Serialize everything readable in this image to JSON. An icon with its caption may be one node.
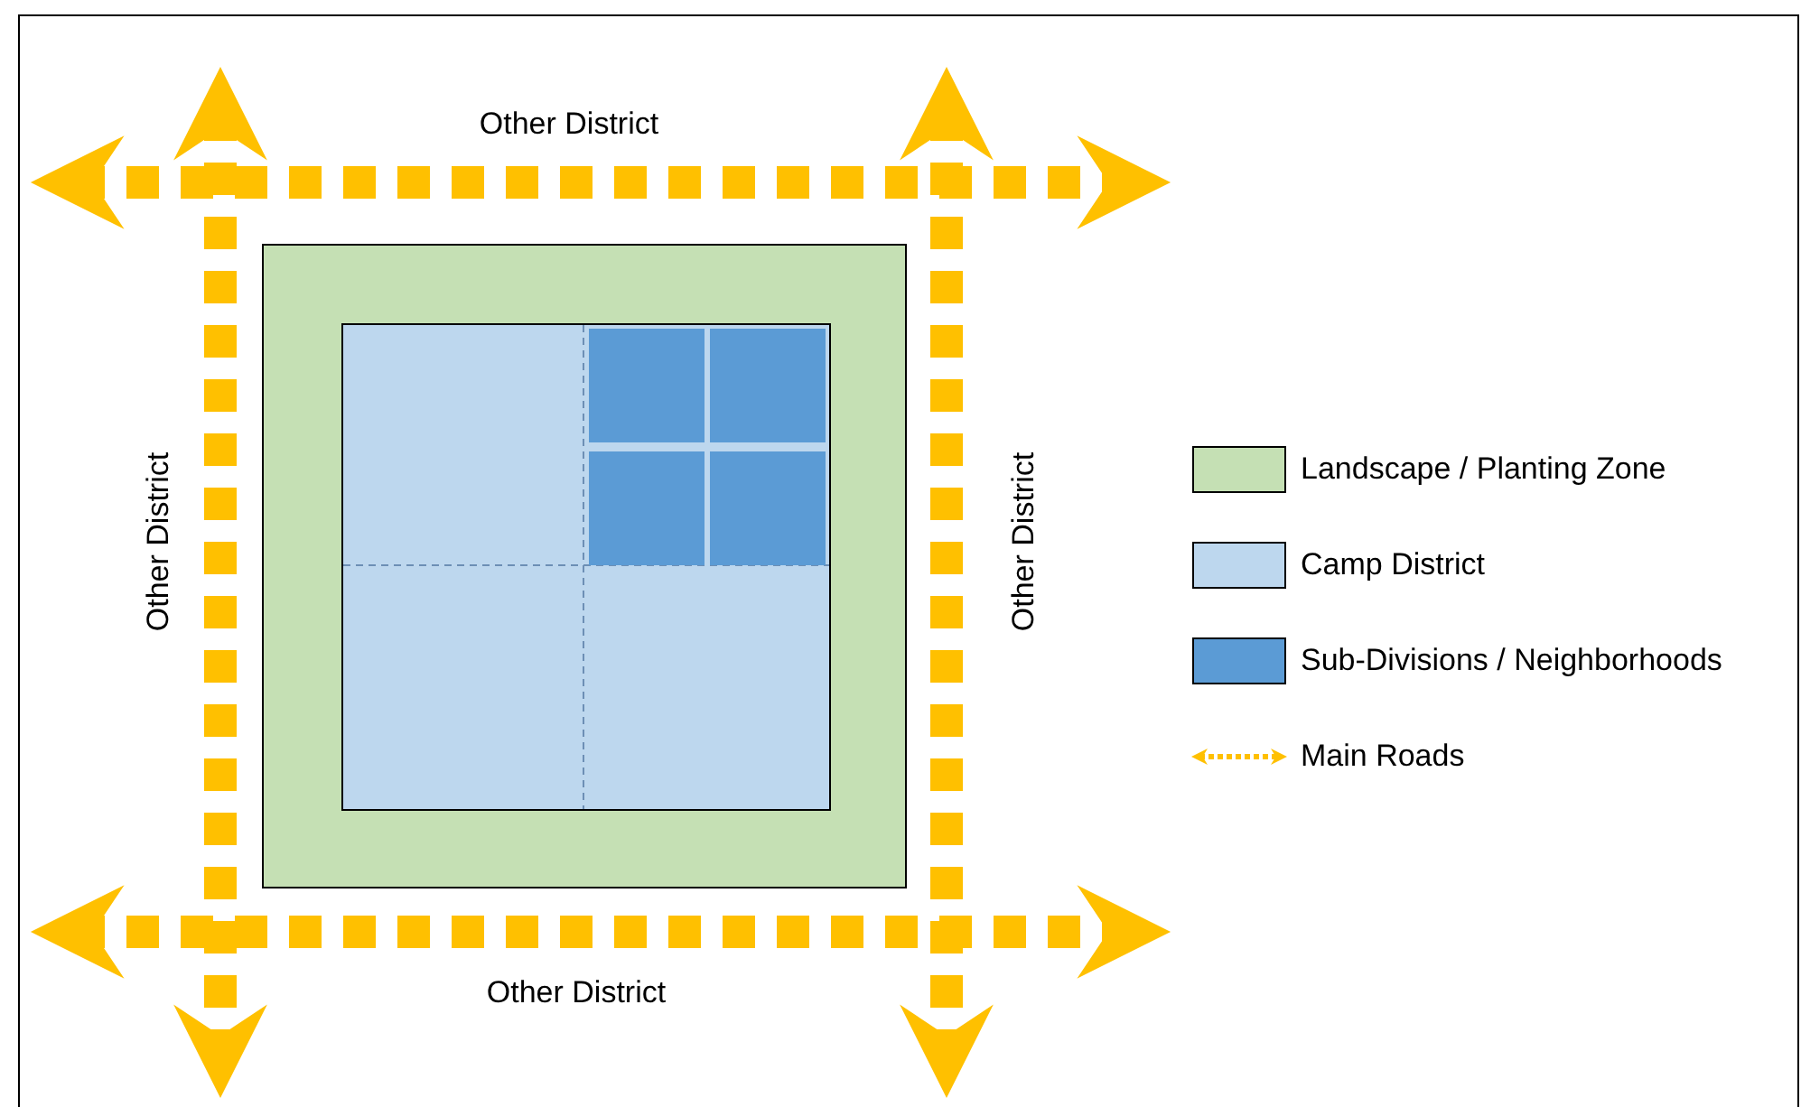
{
  "diagram": {
    "nodes": [
      {
        "text": [],
        "shape": "box"
      },
      {
        "text": [],
        "shape": "box",
        "in": 0
      },
      {
        "text": [],
        "shape": "box",
        "in": 1
      },
      {
        "text": [],
        "shape": "box",
        "in": 1
      },
      {
        "text": [],
        "shape": "box",
        "in": 1
      },
      {
        "text": [],
        "shape": "box",
        "in": 1
      }
    ],
    "labels": [
      "Other District",
      "Other District",
      "Other District",
      "Other District"
    ],
    "legend": [
      {
        "text": "Landscape / Planting Zone",
        "color": "#c5e0b4"
      },
      {
        "text": "Camp District",
        "color": "#bdd7ee"
      },
      {
        "text": "Sub-Divisions / Neighborhoods",
        "color": "#5b9bd5"
      },
      {
        "text": "Main Roads"
      }
    ]
  }
}
